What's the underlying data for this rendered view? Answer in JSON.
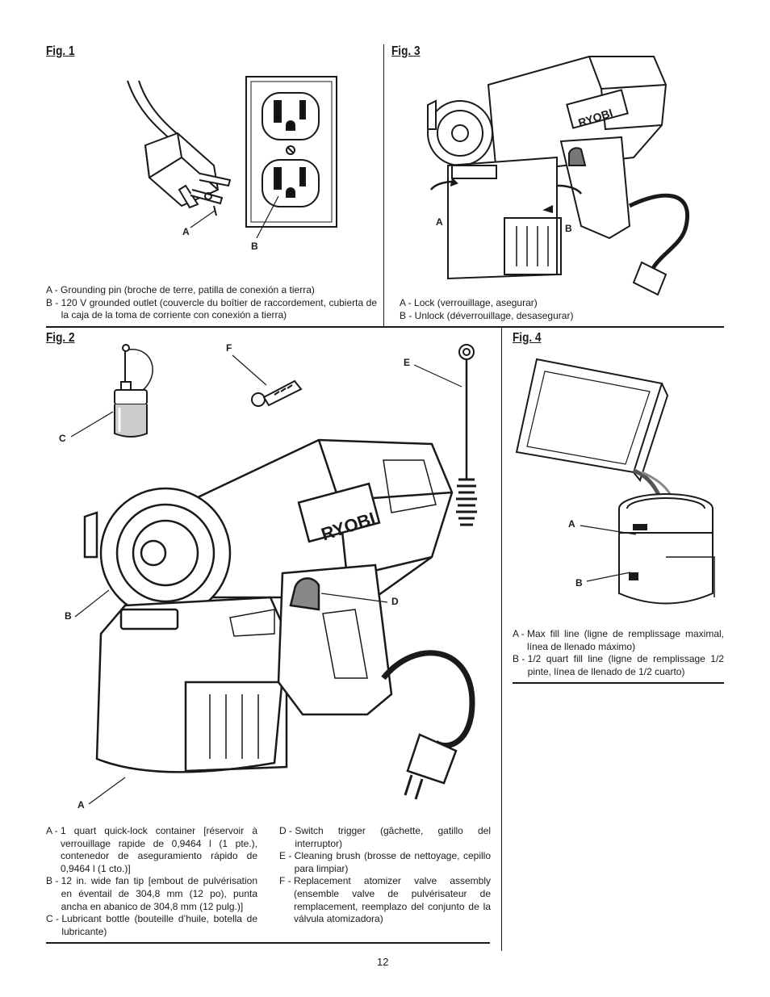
{
  "page_number": "12",
  "fig1": {
    "title": "Fig. 1",
    "callouts": {
      "a": "A",
      "b": "B"
    },
    "captions": [
      {
        "key": "A - ",
        "text": "Grounding pin (broche de terre, patilla de conexión a tierra)"
      },
      {
        "key": "B - ",
        "text": "120 V grounded outlet (couvercle du boîtier de raccordement, cubierta de la caja de la toma de corriente con conexión a tierra)"
      }
    ]
  },
  "fig3": {
    "title": "Fig. 3",
    "callouts": {
      "a": "A",
      "b": "B"
    },
    "brand": "RYOBI",
    "captions": [
      {
        "key": "A - ",
        "text": "Lock (verrouillage, asegurar)"
      },
      {
        "key": "B - ",
        "text": "Unlock (déverrouillage, desasegurar)"
      }
    ]
  },
  "fig2": {
    "title": "Fig. 2",
    "callouts": {
      "a": "A",
      "b": "B",
      "c": "C",
      "d": "D",
      "e": "E",
      "f": "F"
    },
    "brand": "RYOBI",
    "captions_left": [
      {
        "key": "A - ",
        "text": "1 quart quick-lock container [réservoir à verrouillage rapide de 0,9464 l (1 pte.), contenedor de aseguramiento rápido de 0,9464 l (1 cto.)]"
      },
      {
        "key": "B - ",
        "text": "12 in. wide fan tip [embout de pulvérisation en éventail de 304,8 mm (12 po), punta ancha en abanico de 304,8 mm (12 pulg.)]"
      },
      {
        "key": "C - ",
        "text": "Lubricant bottle (bouteille d’huile, botella de lubricante)"
      }
    ],
    "captions_right": [
      {
        "key": "D - ",
        "text": "Switch trigger (gâchette, gatillo del interruptor)"
      },
      {
        "key": "E - ",
        "text": "Cleaning brush (brosse de nettoyage, cepillo para limpiar)"
      },
      {
        "key": "F - ",
        "text": "Replacement atomizer valve assembly (ensemble valve de pulvérisateur de remplacement, reemplazo del conjunto de la válvula atomizadora)"
      }
    ]
  },
  "fig4": {
    "title": "Fig. 4",
    "callouts": {
      "a": "A",
      "b": "B"
    },
    "captions": [
      {
        "key": "A - ",
        "text": "Max fill line (ligne de remplissage maximal, línea de llenado máximo)"
      },
      {
        "key": "B - ",
        "text": "1/2 quart fill line (ligne de remplissage 1/2 pinte, línea de llenado de 1/2 cuarto)"
      }
    ]
  }
}
